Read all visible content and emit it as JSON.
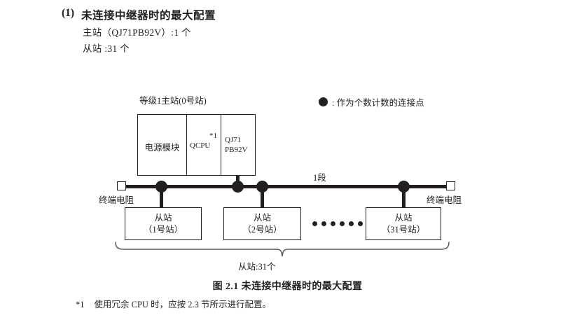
{
  "heading": {
    "number": "(1)",
    "title": "未连接中继器时的最大配置"
  },
  "spec": {
    "master": "主站（QJ71PB92V）:1 个",
    "slave": "从站 :31 个"
  },
  "legend": {
    "symbol": "filled-circle",
    "text": ": 作为个数计数的连接点"
  },
  "diagram": {
    "master_label": "等级1主站(0号站)",
    "rack": {
      "power_module": "电源模块",
      "cpu": "QCPU",
      "cpu_footnote_mark": "*1",
      "network_line1": "QJ71",
      "network_line2": "PB92V"
    },
    "segment_label": "1段",
    "terminator_left": "终端电阻",
    "terminator_right": "终端电阻",
    "slaves": [
      {
        "name": "从站",
        "station": "（1号站）"
      },
      {
        "name": "从站",
        "station": "（2号站）"
      },
      {
        "name": "从站",
        "station": "（31号站）"
      }
    ],
    "ellipsis_count": 6,
    "brace_label": "从站:31个",
    "bus_dots": 4
  },
  "caption": "图 2.1  未连接中继器时的最大配置",
  "footnote": {
    "mark": "*1",
    "text": "使用冗余 CPU 时，应按 2.3 节所示进行配置。"
  },
  "colors": {
    "ink": "#231f20",
    "background": "#ffffff"
  }
}
